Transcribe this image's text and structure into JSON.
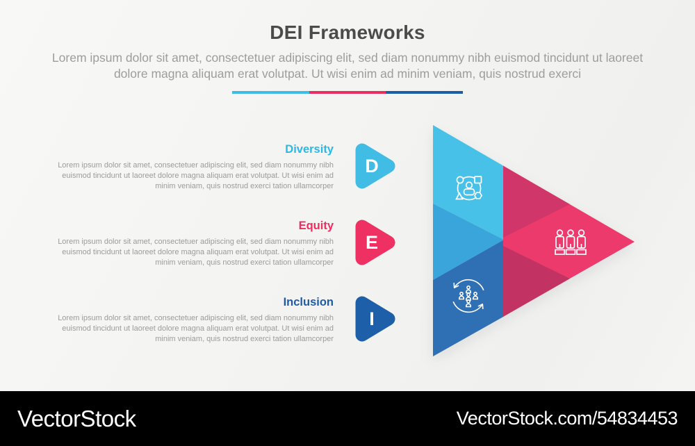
{
  "header": {
    "title": "DEI Frameworks",
    "subtitle": "Lorem ipsum dolor sit amet, consectetuer adipiscing elit, sed diam nonummy nibh euismod tincidunt ut laoreet dolore magna aliquam erat volutpat. Ut wisi enim ad minim veniam, quis nostrud exerci"
  },
  "divider": {
    "cyan": "#3fbce5",
    "pink": "#ea2d5f",
    "blue": "#1d5da6"
  },
  "items": [
    {
      "label": "Diversity",
      "letter": "D",
      "color": "#29b9e8",
      "badge_color": "#41bce4",
      "description": "Lorem ipsum dolor sit amet, consectetuer adipiscing elit, sed diam nonummy nibh euismod tincidunt ut laoreet dolore magna aliquam erat volutpat. Ut wisi enim ad minim veniam, quis nostrud exerci tation ullamcorper"
    },
    {
      "label": "Equity",
      "letter": "E",
      "color": "#ee2d5f",
      "badge_color": "#ee3063",
      "description": "Lorem ipsum dolor sit amet, consectetuer adipiscing elit, sed diam nonummy nibh euismod tincidunt ut laoreet dolore magna aliquam erat volutpat. Ut wisi enim ad minim veniam, quis nostrud exerci tation ullamcorper"
    },
    {
      "label": "Inclusion",
      "letter": "I",
      "color": "#1e5ba8",
      "badge_color": "#1d5fa8",
      "description": "Lorem ipsum dolor sit amet, consectetuer adipiscing elit, sed diam nonummy nibh euismod tincidunt ut laoreet dolore magna aliquam erat volutpat. Ut wisi enim ad minim veniam, quis nostrud exerci tation ullamcorper"
    }
  ],
  "pyramid": {
    "colors": {
      "cyan": "#48c1e8",
      "mid_blue": "#3aa5db",
      "dark_blue": "#2f6fb4",
      "pink": "#ec3a6c",
      "pink_dark_top": "#d0366a",
      "pink_dark_bottom": "#c23363",
      "icon_stroke": "#ffffff"
    },
    "icons": [
      "diversity-person-with-shapes",
      "equity-three-people-on-stands",
      "inclusion-people-in-cycle-arrows"
    ]
  },
  "watermark": {
    "logo": "VectorStock",
    "url_label": "VectorStock.com/54834453"
  }
}
